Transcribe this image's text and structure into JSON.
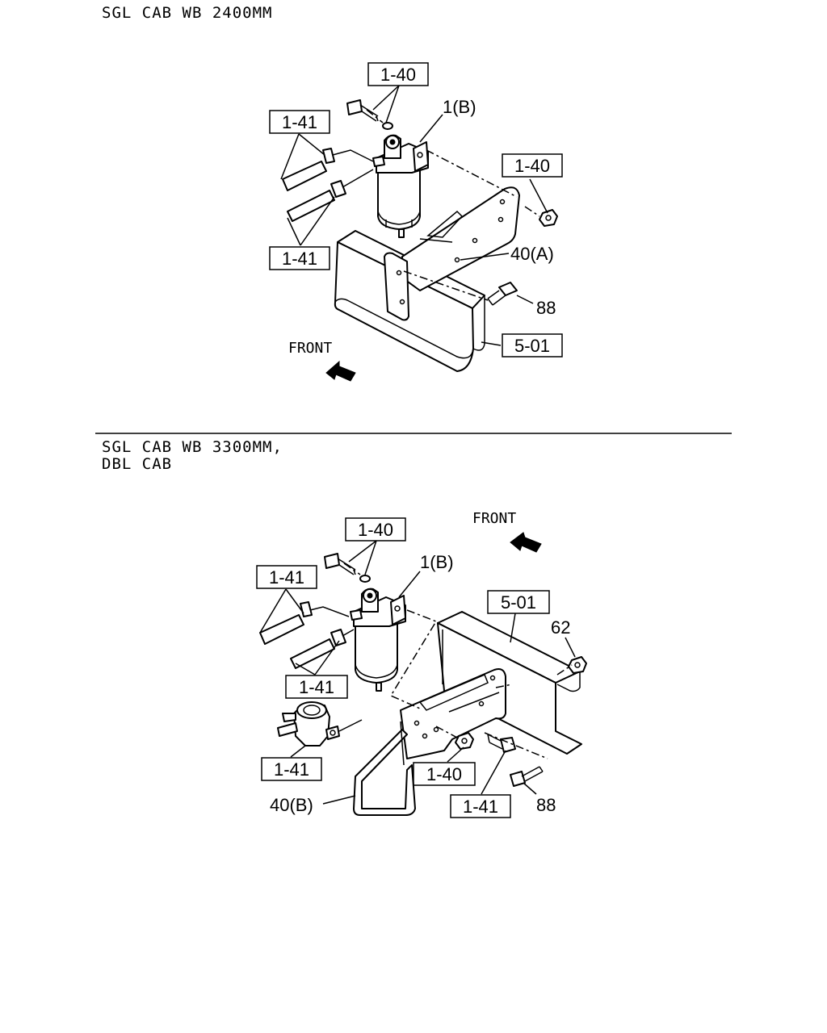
{
  "sections": [
    {
      "header_lines": [
        "SGL CAB WB 2400MM"
      ],
      "front_label": "FRONT",
      "callouts": {
        "bolt_washer_ref": "1-40",
        "filter": "1(B)",
        "hose_upper_ref": "1-41",
        "nut_ref": "1-40",
        "hose_lower_ref": "1-41",
        "bracket": "40(A)",
        "bolt": "88",
        "frame_ref": "5-01"
      }
    },
    {
      "header_lines": [
        "SGL CAB WB 3300MM,",
        "DBL CAB"
      ],
      "front_label": "FRONT",
      "callouts": {
        "bolt_washer_ref": "1-40",
        "filter": "1(B)",
        "hose_upper_ref": "1-41",
        "frame_ref": "5-01",
        "nut": "62",
        "hose_lower_ref": "1-41",
        "pump_ref": "1-41",
        "nut_ref": "1-40",
        "bracket": "40(B)",
        "bolt_ref": "1-41",
        "bolt": "88"
      }
    }
  ]
}
